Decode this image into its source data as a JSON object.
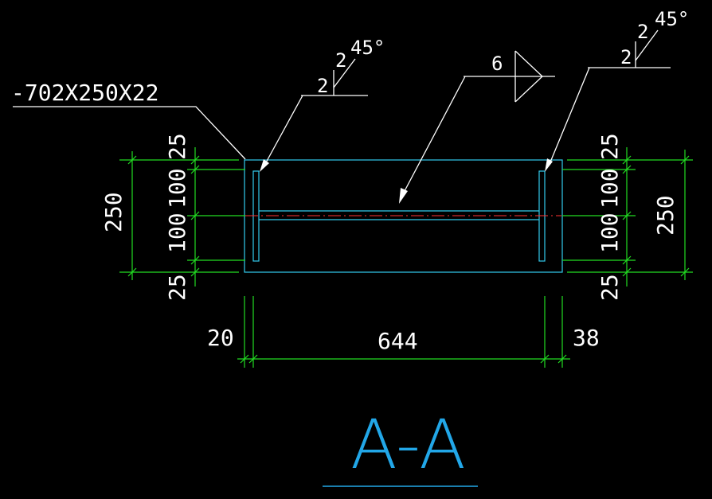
{
  "plate_label": "-702X250X22",
  "weld_left": {
    "size_top": "2",
    "size_bottom": "2",
    "angle": "45°"
  },
  "weld_right": {
    "size_top": "2",
    "size_bottom": "2",
    "angle": "45°"
  },
  "weld_center": {
    "size": "6"
  },
  "dim_left": {
    "total": "250",
    "top": "25",
    "mid_top": "100",
    "mid_bottom": "100",
    "bottom": "25"
  },
  "dim_right": {
    "total": "250",
    "top": "25",
    "mid_top": "100",
    "mid_bottom": "100",
    "bottom": "25"
  },
  "dim_bottom": {
    "left": "20",
    "middle": "644",
    "right": "38"
  },
  "section_title": "A-A"
}
